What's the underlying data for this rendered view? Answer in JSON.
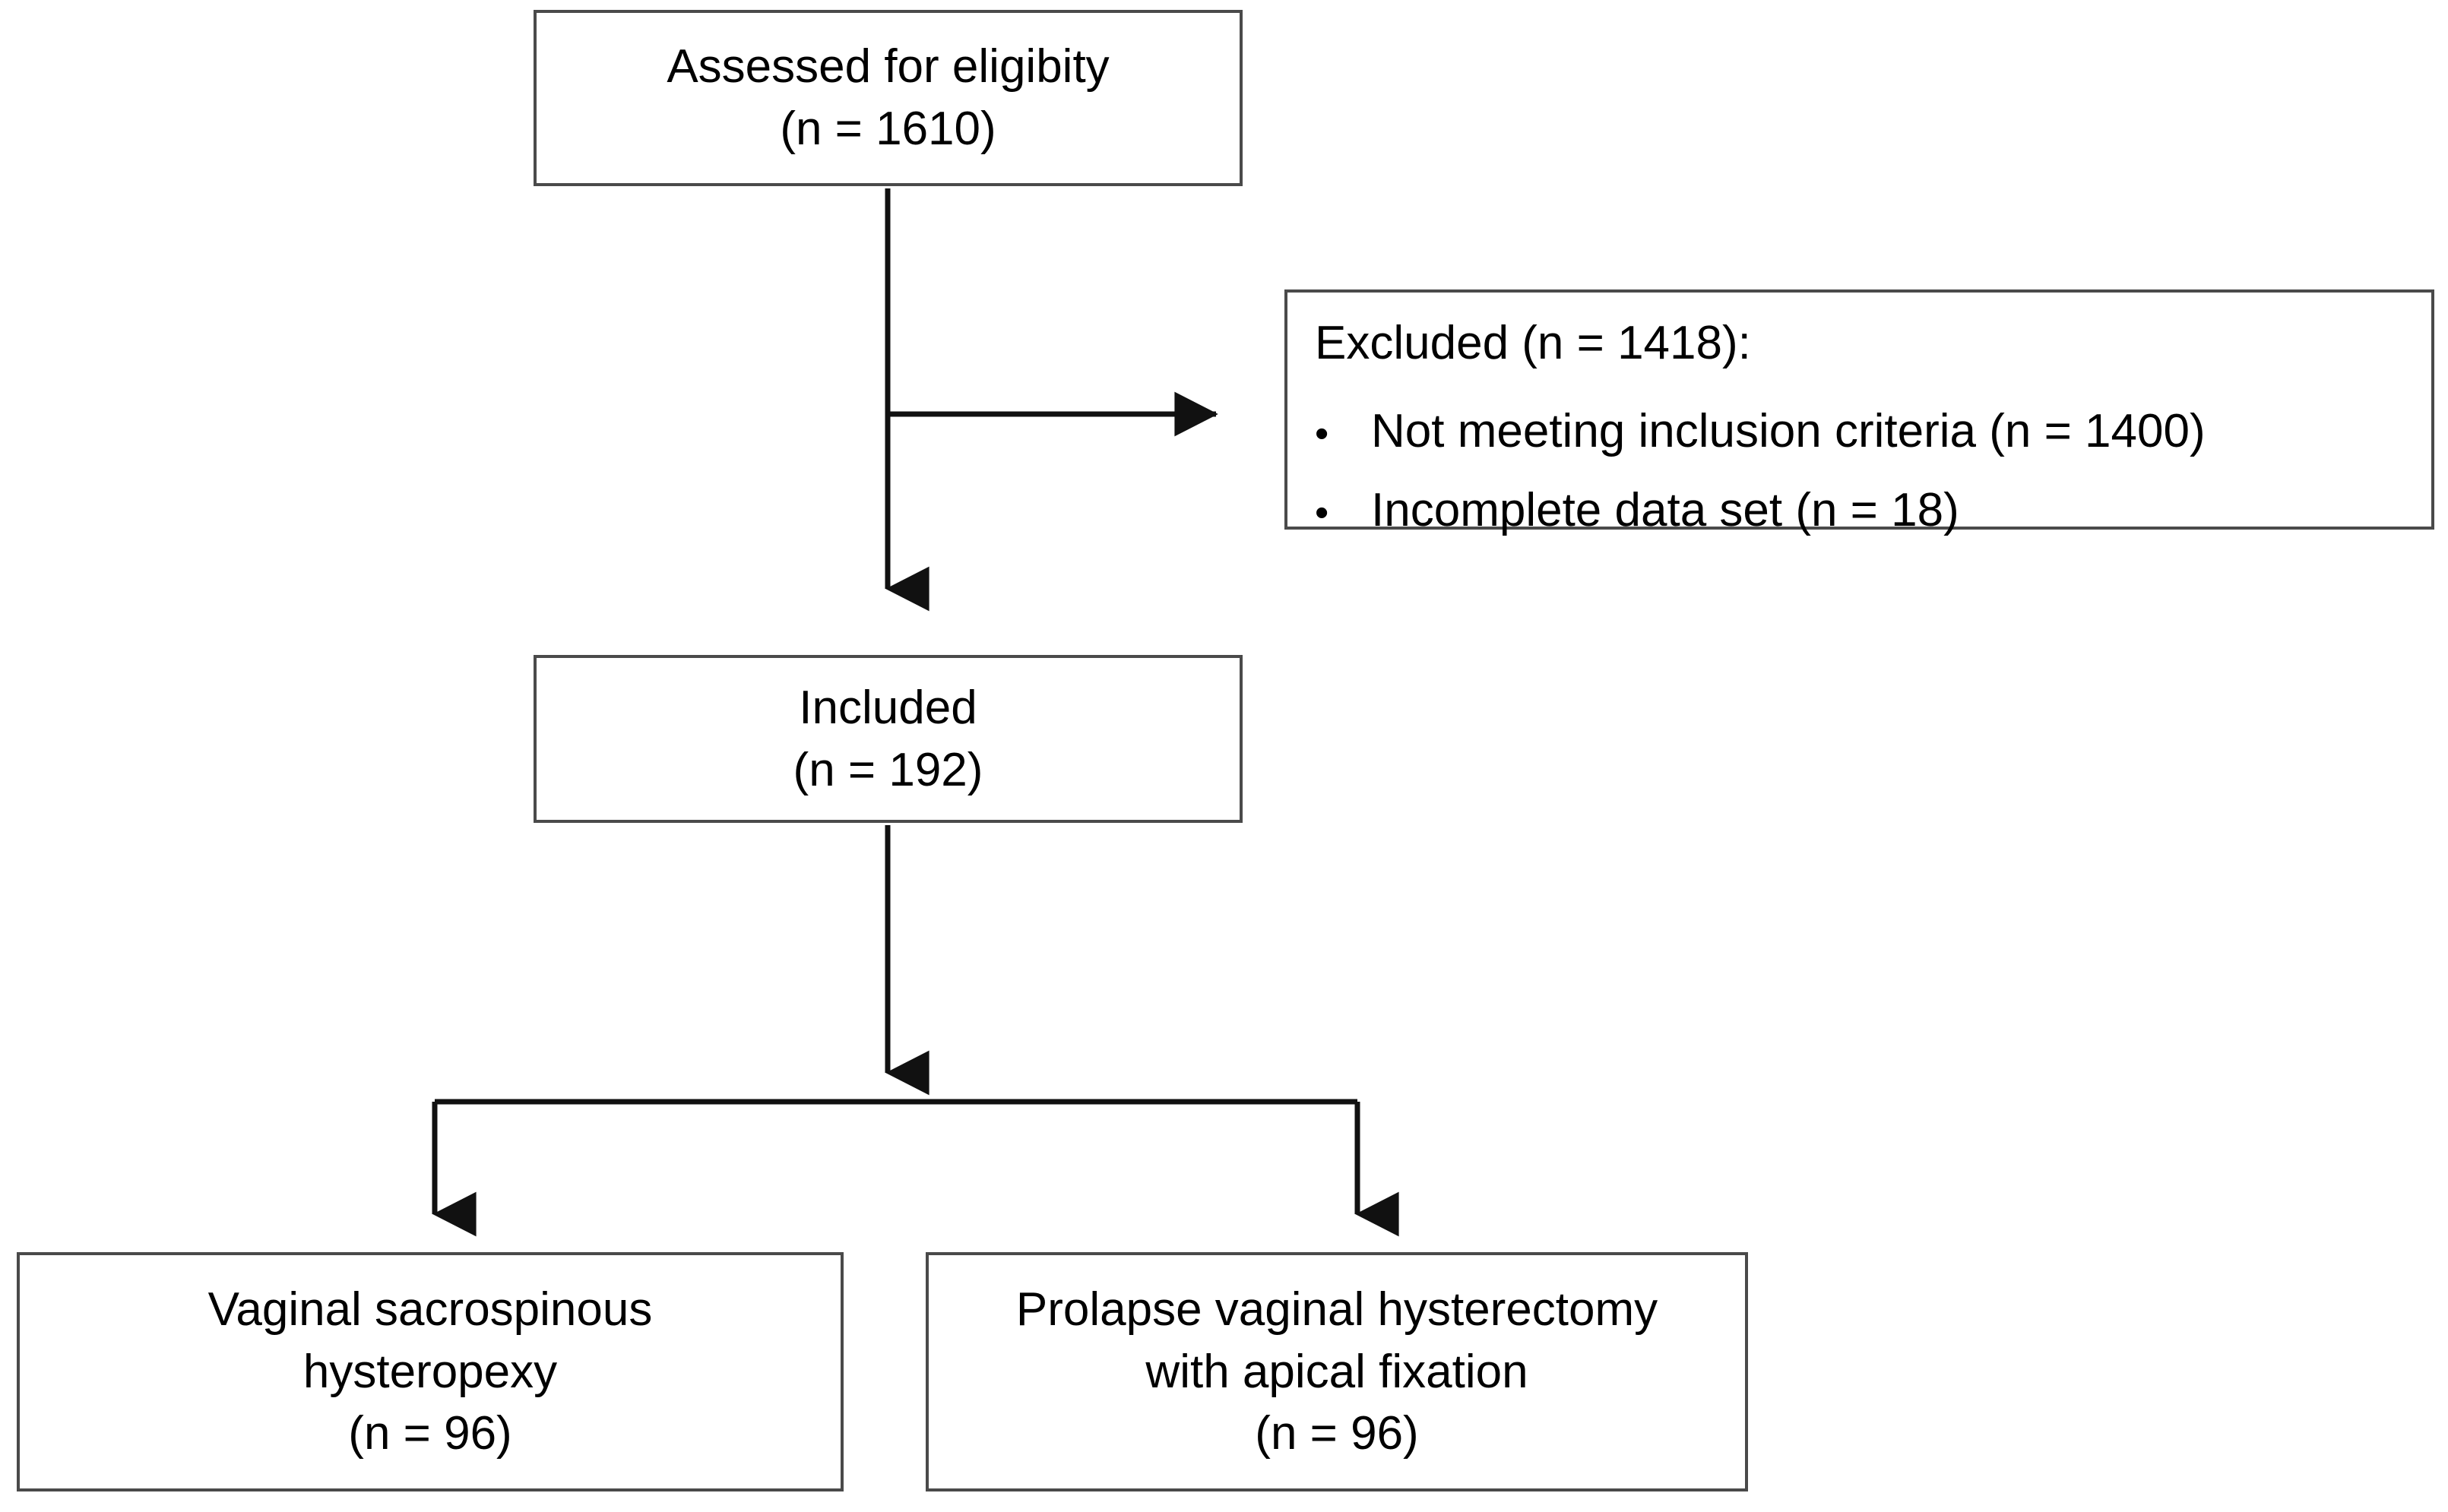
{
  "diagram": {
    "type": "flowchart",
    "title": "Participant flow diagram",
    "stroke_color": "#4a4a4a",
    "text_color": "#000000",
    "background_color": "#ffffff"
  },
  "nodes": {
    "assessed": {
      "label": "Assessed for eligibity",
      "count_line": "(n = 1610)",
      "n": 1610
    },
    "excluded": {
      "heading": "Excluded (n = 1418):",
      "n": 1418,
      "bullet_glyph": "•",
      "reasons": [
        {
          "text": "Not meeting inclusion criteria (n = 1400)",
          "n": 1400
        },
        {
          "text": "Incomplete data set (n = 18)",
          "n": 18
        }
      ]
    },
    "included": {
      "label": "Included",
      "count_line": "(n = 192)",
      "n": 192
    },
    "arm_left": {
      "line1": "Vaginal sacrospinous",
      "line2": "hysteropexy",
      "count_line": "(n = 96)",
      "n": 96
    },
    "arm_right": {
      "line1": "Prolapse vaginal hysterectomy",
      "line2": "with apical fixation",
      "count_line": "(n = 96)",
      "n": 96
    }
  },
  "connectors": [
    {
      "name": "assessed-to-included",
      "from": "assessed",
      "to": "included",
      "direction": "down"
    },
    {
      "name": "assessed-to-excluded",
      "from": "assessed",
      "to": "excluded",
      "direction": "right"
    },
    {
      "name": "included-to-arm-left",
      "from": "included",
      "to": "arm_left",
      "direction": "down"
    },
    {
      "name": "included-to-arm-right",
      "from": "included",
      "to": "arm_right",
      "direction": "down"
    }
  ]
}
